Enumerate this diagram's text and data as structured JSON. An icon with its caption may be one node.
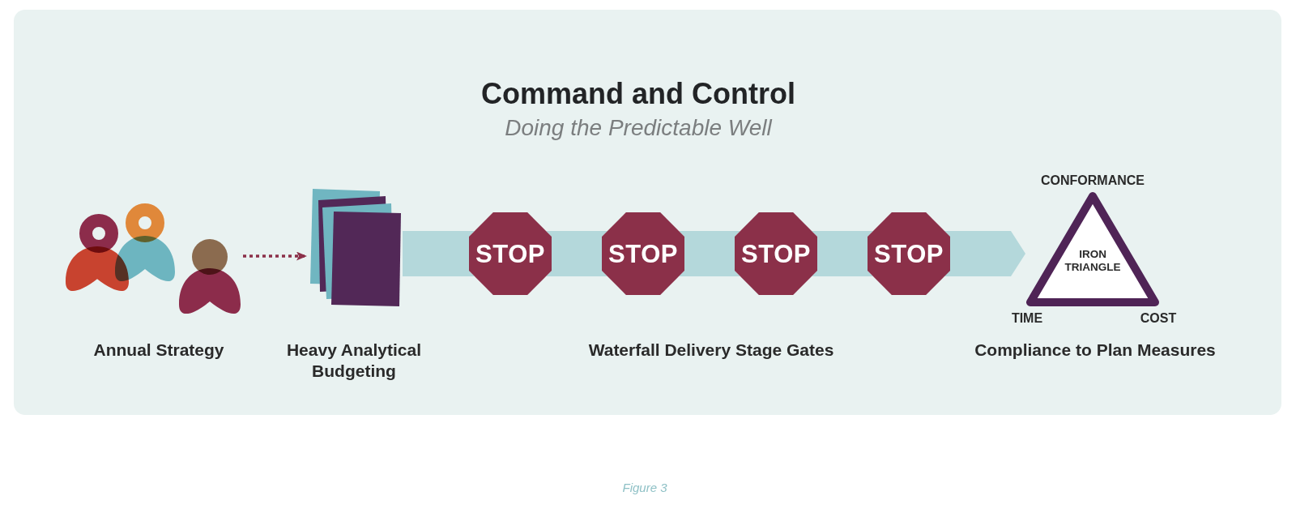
{
  "diagram": {
    "title": "Command and Control",
    "caption": "Figure 3",
    "nodes": [
      {
        "text": [],
        "shape": "person",
        "beside": [
          "Annual Strategy"
        ]
      },
      {
        "text": [],
        "shape": "document",
        "beside": [
          "Heavy Analytical Budgeting"
        ]
      },
      {
        "text": [
          "STOP"
        ]
      },
      {
        "text": [
          "STOP"
        ]
      },
      {
        "text": [
          "STOP"
        ]
      },
      {
        "text": [
          "STOP"
        ]
      },
      {
        "text": [
          "IRON TRIANGLE"
        ],
        "beside": [
          "CONFORMANCE",
          "TIME",
          "COST",
          "Compliance to Plan Measures"
        ]
      }
    ],
    "edges": [
      {
        "from": 0,
        "to": 1,
        "arrow": "to",
        "style": "dashed",
        "color": "#8b3049"
      },
      {
        "from": 1,
        "to": 2,
        "arrow": "none",
        "style": "thick"
      },
      {
        "from": 2,
        "to": 3,
        "arrow": "none",
        "style": "thick"
      },
      {
        "from": 3,
        "to": 4,
        "arrow": "none",
        "style": "thick"
      },
      {
        "from": 4,
        "to": 5,
        "arrow": "none",
        "style": "thick"
      },
      {
        "from": 5,
        "to": 6,
        "arrow": "to",
        "style": "thick",
        "color": "#b4d8db"
      }
    ],
    "labels": [
      "Doing the Predictable Well",
      "Waterfall Delivery Stage Gates"
    ]
  }
}
